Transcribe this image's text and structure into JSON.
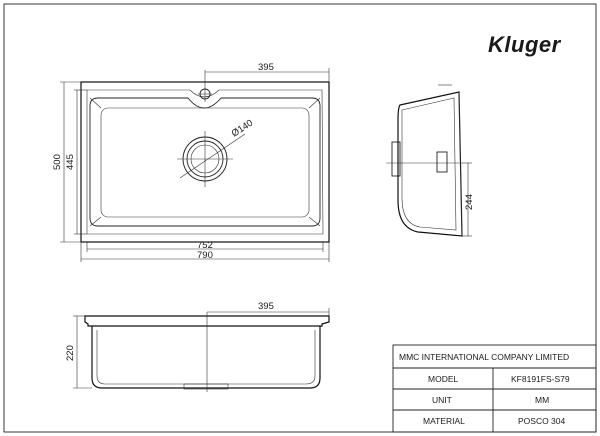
{
  "brand": {
    "name": "Kluger"
  },
  "dimensions": {
    "top_offset": "395",
    "drain_diameter": "Ø140",
    "outer_height": "500",
    "inner_height": "445",
    "inner_width": "752",
    "outer_width": "790",
    "side_depth": "244",
    "front_offset": "395",
    "front_height": "220"
  },
  "title_block": {
    "company": "MMC INTERNATIONAL COMPANY LIMITED",
    "rows": [
      {
        "label": "MODEL",
        "value": "KF8191FS-S79"
      },
      {
        "label": "UNIT",
        "value": "MM"
      },
      {
        "label": "MATERIAL",
        "value": "POSCO 304"
      }
    ]
  }
}
